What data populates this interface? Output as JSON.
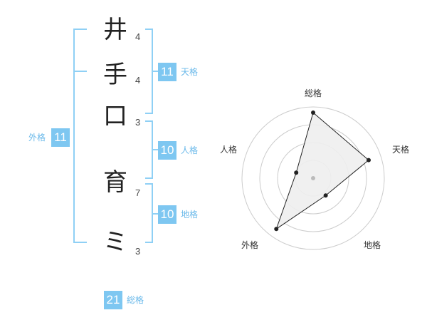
{
  "name": {
    "chars": [
      {
        "char": "井",
        "strokes": "4"
      },
      {
        "char": "手",
        "strokes": "4"
      },
      {
        "char": "口",
        "strokes": "3"
      },
      {
        "char": "育",
        "strokes": "7"
      },
      {
        "char": "ミ",
        "strokes": "3"
      }
    ]
  },
  "fortunes": {
    "tenkaku": {
      "value": "11",
      "label": "天格"
    },
    "jinkaku": {
      "value": "10",
      "label": "人格"
    },
    "chikaku": {
      "value": "10",
      "label": "地格"
    },
    "gaikaku": {
      "value": "11",
      "label": "外格"
    },
    "soukaku": {
      "value": "21",
      "label": "総格"
    }
  },
  "radar": {
    "axes": [
      "総格",
      "天格",
      "地格",
      "外格",
      "人格"
    ],
    "values": [
      0.92,
      0.82,
      0.3,
      0.88,
      0.25
    ],
    "colors": {
      "ring": "#cccccc",
      "fill": "#eeeeee",
      "stroke": "#222222",
      "center": "#bbbbbb"
    }
  },
  "colors": {
    "accent": "#7ec7f1",
    "bracket": "#8fd0f5"
  }
}
